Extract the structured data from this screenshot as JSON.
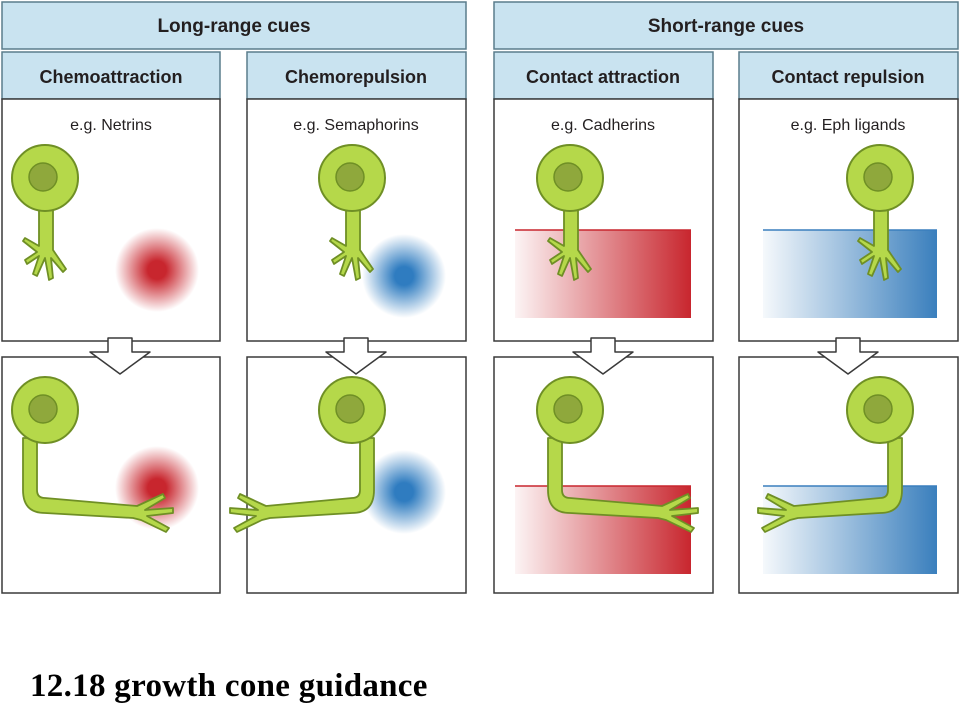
{
  "groups": {
    "long_range": "Long-range cues",
    "short_range": "Short-range cues"
  },
  "panels": [
    {
      "title": "Chemoattraction",
      "example": "e.g. Netrins",
      "cue": "diffusible attractant"
    },
    {
      "title": "Chemorepulsion",
      "example": "e.g. Semaphorins",
      "cue": "diffusible repellent"
    },
    {
      "title": "Contact attraction",
      "example": "e.g. Cadherins",
      "cue": "surface attractant"
    },
    {
      "title": "Contact repulsion",
      "example": "e.g. Eph ligands",
      "cue": "surface repellent"
    }
  ],
  "caption": "12.18 growth cone guidance",
  "colors": {
    "header_fill": "#c9e3f0",
    "frame": "#3a3a3a",
    "cell_fill": "#b5d84a",
    "cell_stroke": "#6f8f25",
    "nucleus_fill": "#8fa83c",
    "attractant": "#c8262e",
    "repellent": "#3a7fbd"
  },
  "icons": [
    "down-arrow-icon",
    "neuron-icon",
    "growth-cone-icon"
  ]
}
